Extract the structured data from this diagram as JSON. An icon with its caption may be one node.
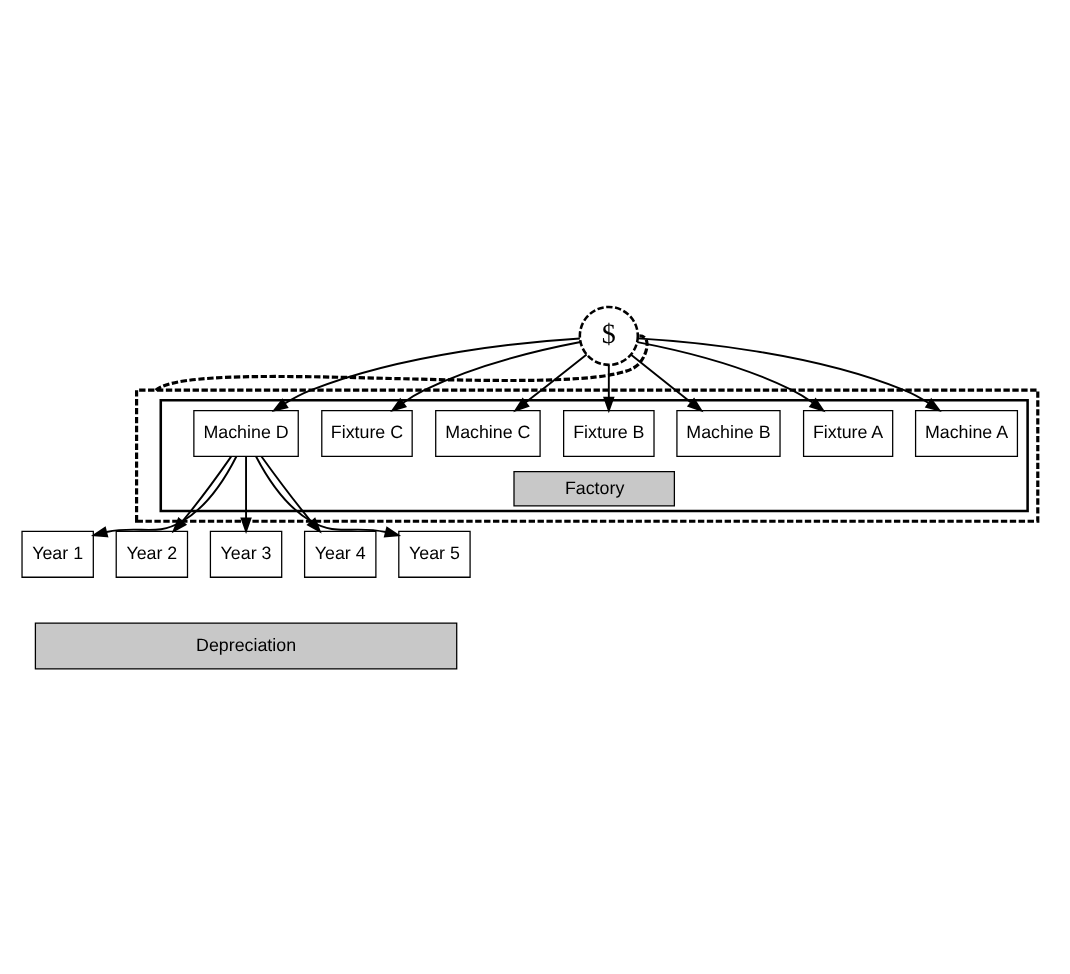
{
  "diagram": {
    "nodes": [
      {
        "text": [],
        "shape": "box"
      },
      {
        "text": [
          "Factory"
        ],
        "in": 0
      },
      {
        "text": [
          "Machine A"
        ],
        "in": 1
      },
      {
        "text": [
          "Fixture A"
        ],
        "in": 1
      },
      {
        "text": [
          "Machine B"
        ],
        "in": 1
      },
      {
        "text": [
          "Fixture B"
        ],
        "in": 1
      },
      {
        "text": [
          "Machine C"
        ],
        "in": 1
      },
      {
        "text": [
          "Fixture C"
        ],
        "in": 1
      },
      {
        "text": [
          "Machine D"
        ],
        "in": 1
      },
      {
        "text": [
          "$"
        ]
      },
      {
        "text": [
          "Year 1"
        ]
      },
      {
        "text": [
          "Year 2"
        ]
      },
      {
        "text": [
          "Year 3"
        ]
      },
      {
        "text": [
          "Year 4"
        ]
      },
      {
        "text": [
          "Year 5"
        ]
      },
      {
        "text": [
          "Depreciation"
        ]
      }
    ],
    "edges": [
      {
        "from": 0,
        "to": 9,
        "arrow": "none",
        "style": "dashed"
      },
      {
        "from": 9,
        "to": 2,
        "arrow": "to"
      },
      {
        "from": 9,
        "to": 3,
        "arrow": "to"
      },
      {
        "from": 9,
        "to": 4,
        "arrow": "to"
      },
      {
        "from": 9,
        "to": 5,
        "arrow": "to"
      },
      {
        "from": 9,
        "to": 6,
        "arrow": "to"
      },
      {
        "from": 9,
        "to": 7,
        "arrow": "to"
      },
      {
        "from": 9,
        "to": 8,
        "arrow": "to"
      },
      {
        "from": 8,
        "to": 10,
        "arrow": "to"
      },
      {
        "from": 8,
        "to": 11,
        "arrow": "to"
      },
      {
        "from": 8,
        "to": 12,
        "arrow": "to"
      },
      {
        "from": 8,
        "to": 13,
        "arrow": "to"
      },
      {
        "from": 8,
        "to": 14,
        "arrow": "to"
      }
    ]
  }
}
